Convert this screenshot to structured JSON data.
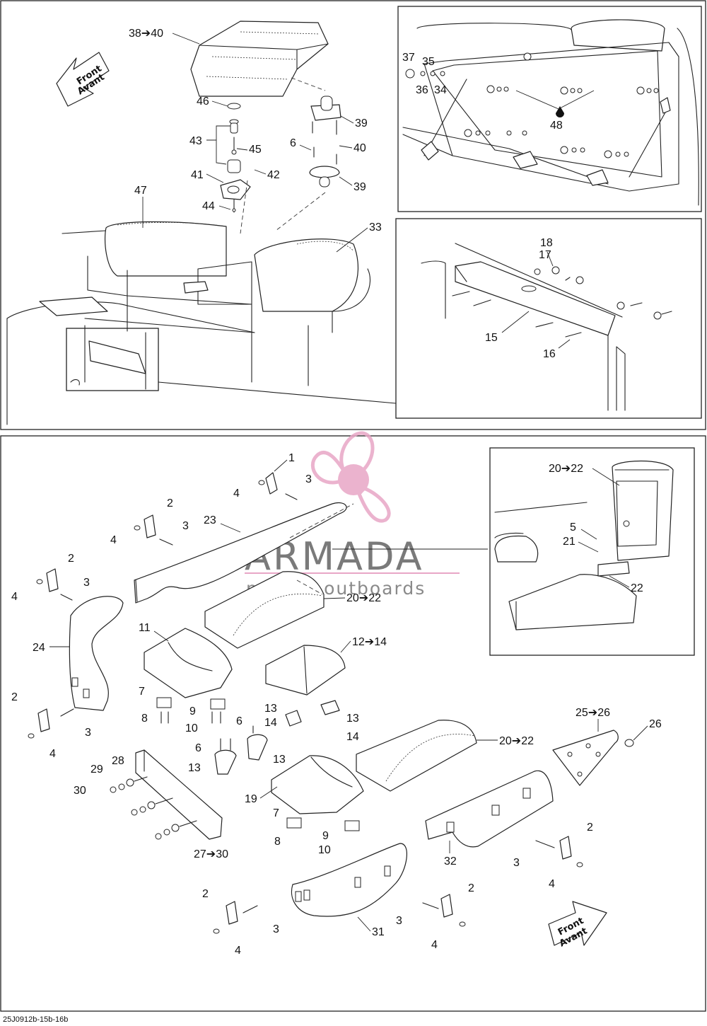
{
  "drawing_code": "25J0912b-15b-16b",
  "watermark": {
    "brand": "ARMADA",
    "tagline": "marine outboards",
    "brand_color": "#e8a6c6",
    "text_color": "#7a7a7a"
  },
  "direction_arrow": {
    "line1": "Front",
    "line2": "Avant"
  },
  "top_diagram": {
    "callouts": {
      "c38_40": "38➔40",
      "c46": "46",
      "c39a": "39",
      "c43": "43",
      "c45": "45",
      "c6": "6",
      "c40": "40",
      "c41": "41",
      "c42": "42",
      "c39b": "39",
      "c47": "47",
      "c44": "44",
      "c33": "33"
    }
  },
  "inset_top_right": {
    "callouts": {
      "c37": "37",
      "c35": "35",
      "c36": "36",
      "c34": "34",
      "c48": "48"
    }
  },
  "inset_mid_right": {
    "callouts": {
      "c18": "18",
      "c17": "17",
      "c15": "15",
      "c16": "16"
    }
  },
  "bottom_diagram": {
    "callouts": {
      "c1": "1",
      "c3a": "3",
      "c4a": "4",
      "c2a": "2",
      "c23": "23",
      "c3b": "3",
      "c4b": "4",
      "c2b": "2",
      "c3c": "3",
      "c4c": "4",
      "c20_22a": "20➔22",
      "c11": "11",
      "c24": "24",
      "c12_14": "12➔14",
      "c7a": "7",
      "c2c": "2",
      "c13a": "13",
      "c13b": "13",
      "c8a": "8",
      "c9a": "9",
      "c14a": "14",
      "c14b": "14",
      "c3d": "3",
      "c10a": "10",
      "c6a": "6",
      "c4d": "4",
      "c6b": "6",
      "c13c": "13",
      "c13d": "13",
      "c20_22b": "20➔22",
      "c25_26": "25➔26",
      "c26": "26",
      "c28": "28",
      "c29": "29",
      "c30": "30",
      "c19": "19",
      "c7b": "7",
      "c9b": "9",
      "c8b": "8",
      "c10b": "10",
      "c27_30": "27➔30",
      "c32": "32",
      "c2d": "2",
      "c3e": "3",
      "c4e": "4",
      "c2e": "2",
      "c2f": "2",
      "c3f": "3",
      "c3g": "3",
      "c31": "31",
      "c4f": "4",
      "c4g": "4"
    }
  },
  "inset_bottom_right": {
    "callouts": {
      "c20_22": "20➔22",
      "c5": "5",
      "c21": "21",
      "c22": "22"
    }
  }
}
